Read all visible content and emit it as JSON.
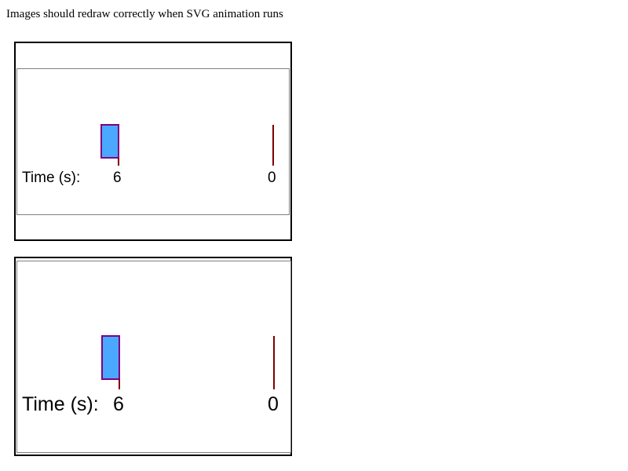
{
  "page": {
    "heading": "Images should redraw correctly when SVG animation runs"
  },
  "animations": [
    {
      "time_label": "Time (s):",
      "elapsed_value": "6",
      "end_value": "0",
      "colors": {
        "rect_fill": "#4aa8ff",
        "rect_stroke": "#800080",
        "marker": "#800000",
        "border": "#808080"
      }
    },
    {
      "time_label": "Time (s):",
      "elapsed_value": "6",
      "end_value": "0",
      "colors": {
        "rect_fill": "#4aa8ff",
        "rect_stroke": "#800080",
        "marker": "#800000",
        "border": "#808080"
      }
    }
  ]
}
